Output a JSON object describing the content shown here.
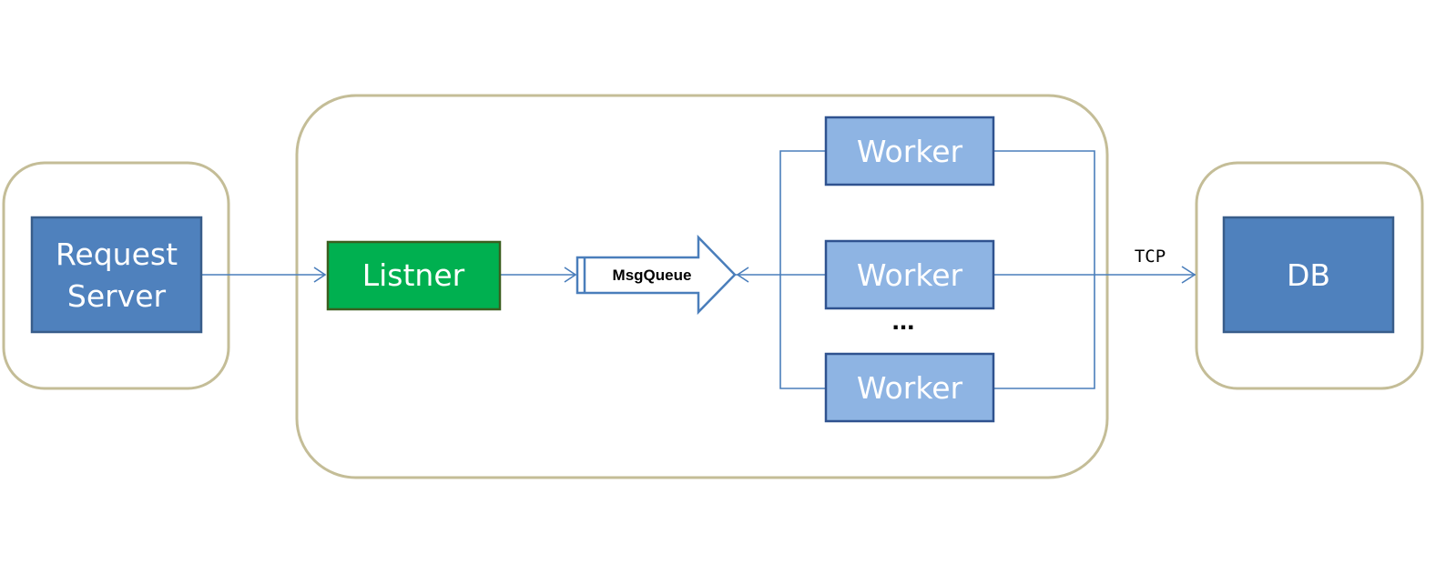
{
  "diagram": {
    "nodes": {
      "request_server": {
        "line1": "Request",
        "line2": "Server"
      },
      "listener": {
        "label": "Listner"
      },
      "msg_queue": {
        "label": "MsgQueue"
      },
      "workers": [
        {
          "label": "Worker"
        },
        {
          "label": "Worker"
        },
        {
          "label": "Worker"
        }
      ],
      "worker_ellipsis": "...",
      "db": {
        "label": "DB"
      }
    },
    "edges": {
      "tcp_label": "TCP"
    },
    "colors": {
      "container_border": "#c4bd97",
      "server_fill": "#4f81bd",
      "server_border": "#385d8a",
      "listener_fill": "#00b050",
      "listener_border": "#3b5e1f",
      "worker_fill": "#8eb4e3",
      "worker_border": "#2f528f",
      "connector": "#4a7ebb"
    }
  }
}
